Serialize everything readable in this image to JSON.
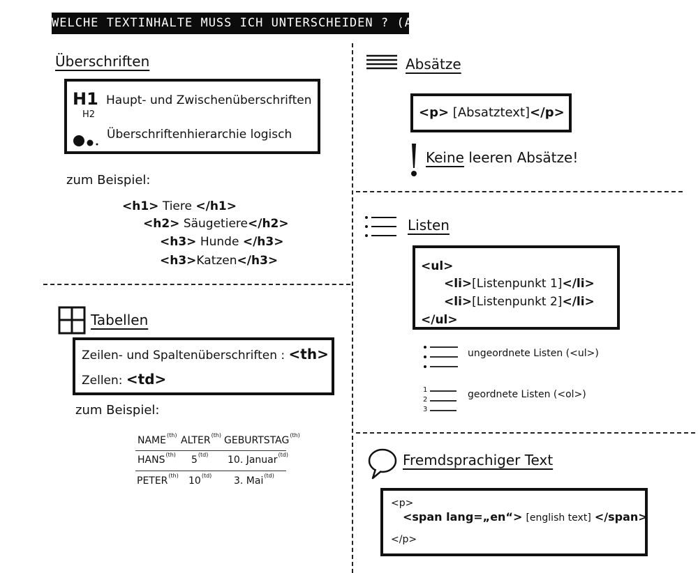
{
  "title": "WELCHE TEXTINHALTE MUSS ICH UNTERSCHEIDEN ? (AUSWAHL)",
  "headings": {
    "title": "Überschriften",
    "h1_label": "H1",
    "h2_label": "H2",
    "line1": "Haupt- und Zwischenüberschriften",
    "line2": "Überschriftenhierarchie logisch",
    "example_label": "zum Beispiel:",
    "examples": [
      {
        "open": "<h1>",
        "text": "Tiere",
        "close": "</h1>"
      },
      {
        "open": "<h2>",
        "text": "Säugetiere",
        "close": "</h2>"
      },
      {
        "open": "<h3>",
        "text": "Hunde",
        "close": "</h3>"
      },
      {
        "open": "<h3>",
        "text": "Katzen",
        "close": "</h3>"
      }
    ]
  },
  "tables": {
    "title": "Tabellen",
    "line1_text": "Zeilen- und Spaltenüberschriften :",
    "line1_tag": "<th>",
    "line2_text": "Zellen:",
    "line2_tag": "<td>",
    "example_label": "zum Beispiel:",
    "header": [
      {
        "text": "NAME",
        "tag": "(th)"
      },
      {
        "text": "ALTER",
        "tag": "(th)"
      },
      {
        "text": "GEBURTSTAG",
        "tag": "(th)"
      }
    ],
    "rows": [
      [
        {
          "text": "HANS",
          "tag": "(th)"
        },
        {
          "text": "5",
          "tag": "(td)"
        },
        {
          "text": "10. Januar",
          "tag": "(td)"
        }
      ],
      [
        {
          "text": "PETER",
          "tag": "(th)"
        },
        {
          "text": "10",
          "tag": "(td)"
        },
        {
          "text": "3. Mai",
          "tag": "(td)"
        }
      ]
    ]
  },
  "paragraphs": {
    "title": "Absätze",
    "code_open": "<p>",
    "code_text": "[Absatztext]",
    "code_close": "</p>",
    "warning_keyword": "Keine",
    "warning_rest": "leeren Absätze!"
  },
  "lists": {
    "title": "Listen",
    "code": [
      {
        "open": "<ul>",
        "text": "",
        "close": ""
      },
      {
        "open": "<li>",
        "text": "[Listenpunkt 1]",
        "close": "</li>"
      },
      {
        "open": "<li>",
        "text": "[Listenpunkt 2]",
        "close": "</li>"
      },
      {
        "open": "</ul>",
        "text": "",
        "close": ""
      }
    ],
    "unordered_label": "ungeordnete Listen (<ul>)",
    "ordered_label": "geordnete Listen (<ol>)",
    "ordered_numbers": [
      "1",
      "2",
      "3"
    ]
  },
  "foreign": {
    "title": "Fremdsprachiger Text",
    "code_p_open": "<p>",
    "code_span_open": "<span lang=„en“>",
    "code_text": "[english text]",
    "code_span_close": "</span>",
    "code_p_close": "</p>"
  },
  "icons": [
    "lines-icon",
    "list-icon",
    "table-icon",
    "speech-bubble-icon",
    "exclamation-icon",
    "heading-dots-icon"
  ]
}
